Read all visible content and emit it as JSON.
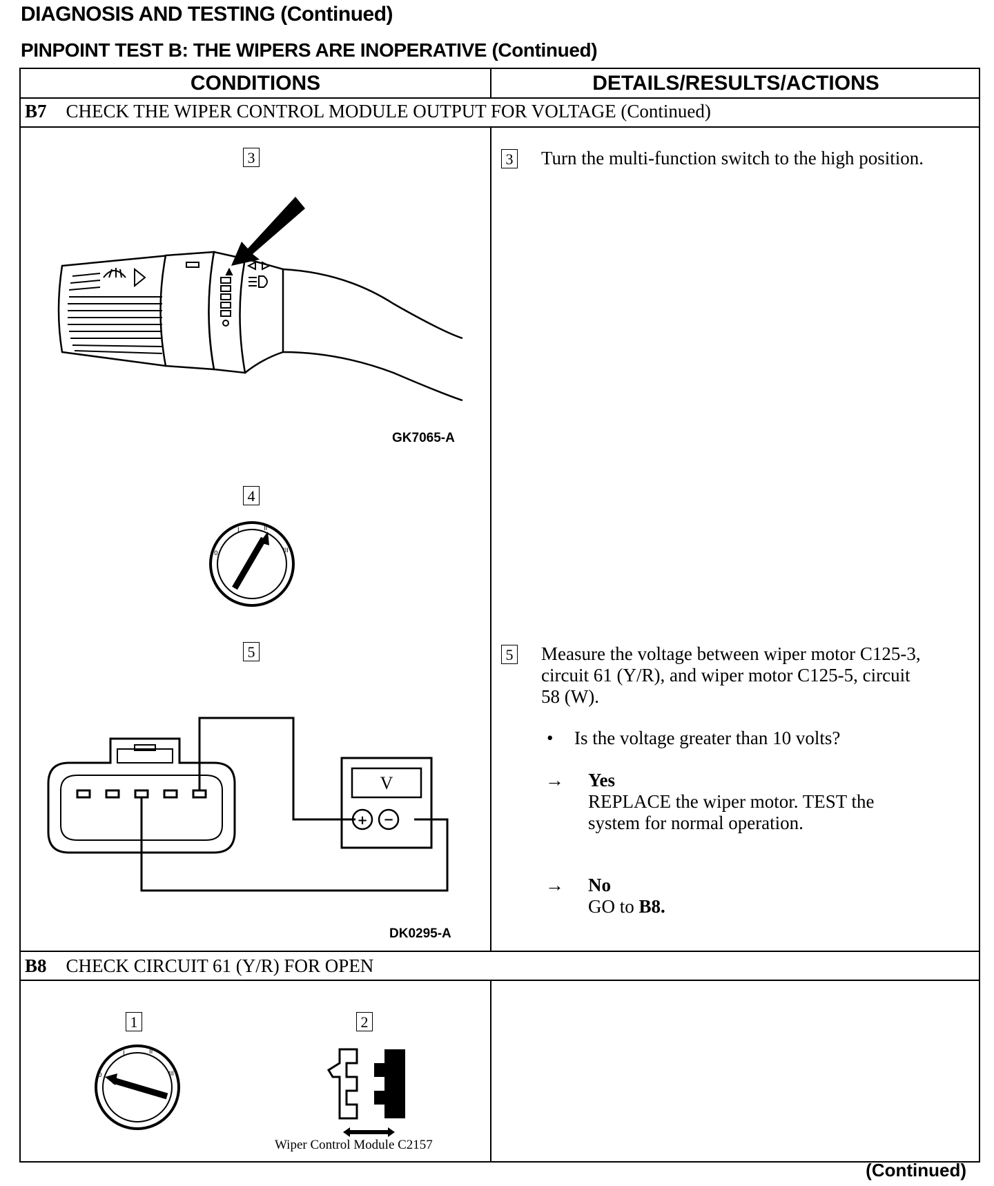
{
  "header": {
    "title": "DIAGNOSIS AND TESTING (Continued)",
    "subtitle": "PINPOINT TEST B: THE WIPERS ARE INOPERATIVE (Continued)"
  },
  "table": {
    "col_conditions": "CONDITIONS",
    "col_details": "DETAILS/RESULTS/ACTIONS"
  },
  "b7": {
    "code": "B7",
    "title": "CHECK THE WIPER CONTROL MODULE OUTPUT FOR VOLTAGE (Continued)",
    "step3_num": "3",
    "step3_text": "Turn the multi-function switch to the high position.",
    "fig1_id": "GK7065-A",
    "step4_num": "4",
    "step5_num": "5",
    "step5_text_1": "Measure the voltage between wiper motor C125-3,",
    "step5_text_2": "circuit 61 (Y/R), and wiper motor C125-5, circuit",
    "step5_text_3": "58 (W).",
    "question": "Is the voltage greater than 10 volts?",
    "yes_label": "Yes",
    "yes_text_1": "REPLACE the wiper motor. TEST the",
    "yes_text_2": "system for normal operation.",
    "no_label": "No",
    "no_text_prefix": "GO to ",
    "no_text_target": "B8.",
    "fig2_id": "DK0295-A",
    "meter_label": "V"
  },
  "b8": {
    "code": "B8",
    "title": "CHECK CIRCUIT 61 (Y/R) FOR OPEN",
    "step1_num": "1",
    "step2_num": "2",
    "caption": "Wiper Control Module C2157"
  },
  "footer": {
    "continued": "(Continued)"
  }
}
